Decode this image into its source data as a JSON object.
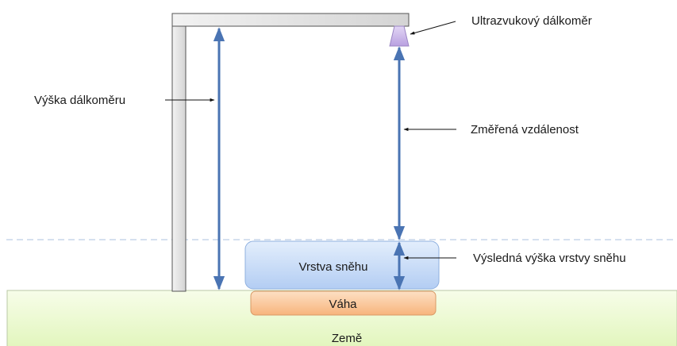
{
  "labels": {
    "sensor": "Ultrazvukový dálkoměr",
    "sensor_height": "Výška dálkoměru",
    "measured_distance": "Změřená vzdálenost",
    "snow_depth": "Výsledná výška vrstvy sněhu",
    "snow_layer": "Vrstva sněhu",
    "scale": "Váha",
    "ground": "Země"
  },
  "colors": {
    "arrow": "#4a74b3",
    "frame_fill": "#e6e6e6",
    "frame_stroke": "#555555",
    "sensor_fill": "#c9b5e8",
    "snow_fill": "#c7dbf7",
    "scale_fill": "#fbc79b",
    "ground_fill": "#e9f8c9",
    "dashed_line": "#c7d5ea"
  }
}
